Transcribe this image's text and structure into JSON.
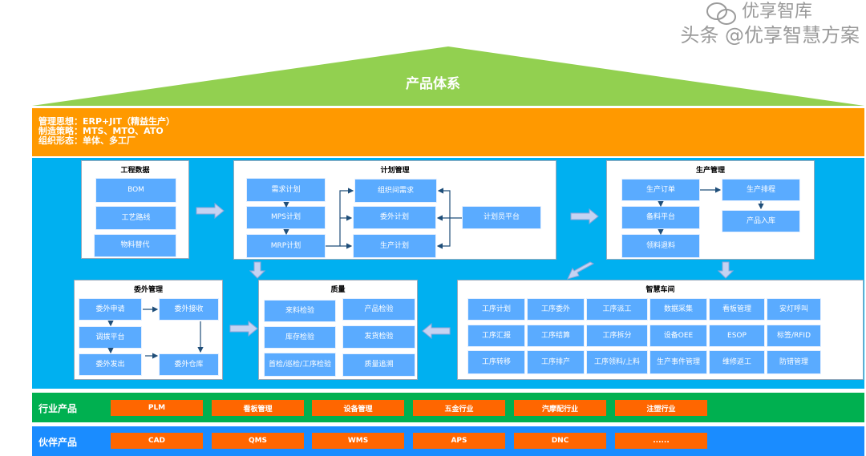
{
  "title": "产品体系",
  "strategy": [
    "管理思想：ERP+JIT（精益生产）",
    "制造策略：MTS、MTO、ATO",
    "组织形态：单体、多工厂"
  ],
  "engineering": {
    "title": "工程数据",
    "items": [
      "BOM",
      "工艺路线",
      "物料替代"
    ]
  },
  "planning": {
    "title": "计划管理",
    "items": [
      "需求计划",
      "MPS计划",
      "MRP计划",
      "组织间需求",
      "委外计划",
      "生产计划",
      "计划员平台"
    ]
  },
  "production": {
    "title": "生产管理",
    "items": [
      "生产订单",
      "备料平台",
      "领料退料",
      "生产排程",
      "产品入库"
    ]
  },
  "outsourcing": {
    "title": "委外管理",
    "items": [
      "委外申请",
      "调拨平台",
      "委外发出",
      "委外接收",
      "委外仓库"
    ]
  },
  "quality": {
    "title": "质量",
    "items": [
      "来料检验",
      "库存检验",
      "首检/巡检/工序检验",
      "产品检验",
      "发货检验",
      "质量追溯"
    ]
  },
  "workshop": {
    "title": "智慧车间",
    "items": [
      "工序计划",
      "工序委外",
      "工序派工",
      "数据采集",
      "看板管理",
      "安灯呼叫",
      "工序汇报",
      "工序结算",
      "工序拆分",
      "设备OEE",
      "ESOP",
      "标签/RFID",
      "工序转移",
      "工序排产",
      "工序领料/上料",
      "生产事件管理",
      "维修返工",
      "防错管理"
    ]
  },
  "industry": {
    "label": "行业产品",
    "items": [
      "PLM",
      "看板管理",
      "设备管理",
      "五金行业",
      "汽摩配行业",
      "注塑行业"
    ]
  },
  "partner": {
    "label": "伙伴产品",
    "items": [
      "CAD",
      "QMS",
      "WMS",
      "APS",
      "DNC",
      "......"
    ]
  },
  "watermark": {
    "brand": "优享智库",
    "caption": "头条 @优享智慧方案"
  },
  "colors": {
    "roof": "#92d050",
    "strategy": "#ff9900",
    "main": "#00b0f0",
    "industry": "#00b050",
    "partner": "#1a8cff",
    "item": "#5aabff",
    "product": "#ff6600"
  }
}
